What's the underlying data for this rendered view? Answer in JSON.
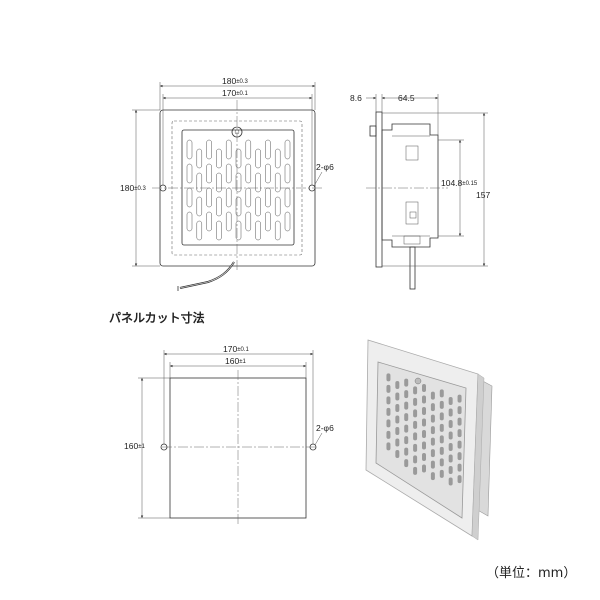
{
  "front_view": {
    "width_outer": "180",
    "width_outer_tol": "±0.3",
    "width_inner": "170",
    "width_inner_tol": "±0.1",
    "height_outer": "180",
    "height_outer_tol": "±0.3",
    "holes_label": "2-φ6"
  },
  "side_view": {
    "flange": "8.6",
    "depth": "64.5",
    "inner_height": "104.8",
    "inner_height_tol": "±0.15",
    "overall_height": "157"
  },
  "panel_cut": {
    "title": "パネルカット寸法",
    "pitch": "170",
    "pitch_tol": "±0.1",
    "width": "160",
    "width_tol": "±1",
    "height": "160",
    "height_tol": "±1",
    "holes_label": "2-φ6"
  },
  "unit_label": "（単位：mm）"
}
